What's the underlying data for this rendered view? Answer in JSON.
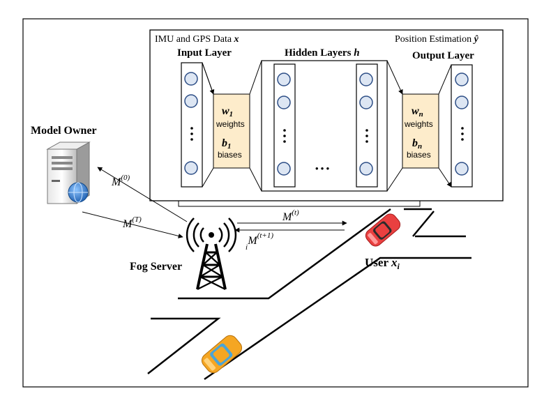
{
  "nn": {
    "top_left_label": "IMU and GPS Data ",
    "top_left_symbol": "x",
    "top_right_label": "Position Estimation ",
    "top_right_symbol": "ŷ",
    "input_layer": "Input Layer",
    "hidden_layers": "Hidden Layers ",
    "hidden_symbol": "h",
    "output_layer": "Output Layer",
    "ellipsis_h": "• • •",
    "w1": {
      "sym": "w",
      "sub": "1",
      "label": "weights"
    },
    "b1": {
      "sym": "b",
      "sub": "1",
      "label": "biases"
    },
    "wn": {
      "sym": "w",
      "sub": "n",
      "label": "weights"
    },
    "bn": {
      "sym": "b",
      "sub": "n",
      "label": "biases"
    }
  },
  "actors": {
    "model_owner": "Model Owner",
    "fog_server": "Fog Server",
    "user_label": "User ",
    "user_sym": "x",
    "user_sub": "i"
  },
  "messages": {
    "m0": {
      "sym": "M",
      "sup": "(0)"
    },
    "mT": {
      "sym": "M",
      "sup": "(T)"
    },
    "mt": {
      "sym": "M",
      "sup": "(t)"
    },
    "mi": {
      "sym": "M",
      "sub": "i",
      "sup": "(t+1)"
    }
  },
  "colors": {
    "weights_box": "#fdeccb",
    "node_fill": "#dde6f3",
    "node_stroke": "#2d4e86",
    "car_red": "#e94040",
    "car_orange": "#f5a623"
  }
}
